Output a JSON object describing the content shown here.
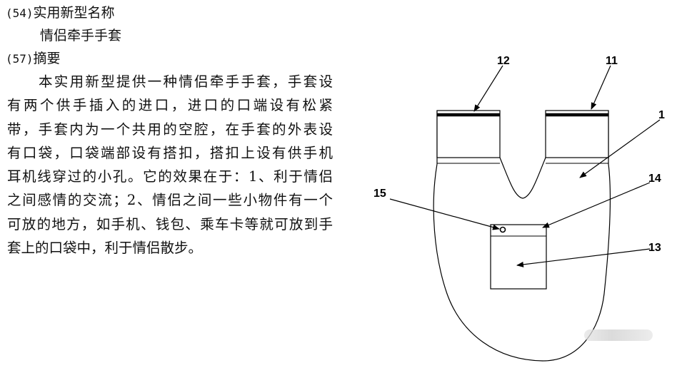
{
  "title_section": {
    "code": "(54)",
    "label": "实用新型名称",
    "name": "情侣牵手手套"
  },
  "abstract_section": {
    "code": "(57)",
    "label": "摘要",
    "lines": [
      "本实用新型提供一种情侣牵手手套，手套设",
      "有两个供手插入的进口，进口的口端设有松紧",
      "带，手套内为一个共用的空腔，在手套的外表设",
      "有口袋，口袋端部设有搭扣，搭扣上设有供手机",
      "耳机线穿过的小孔。它的效果在于：1、利于情侣",
      "之间感情的交流；2、情侣之间一些小物件有一个",
      "可放的地方，如手机、钱包、乘车卡等就可放到手",
      "套上的口袋中，利于情侣散步。"
    ]
  },
  "figure": {
    "labels": {
      "left_inlet": "12",
      "right_inlet": "11",
      "glove_body": "1",
      "buckle": "14",
      "small_hole": "15",
      "pocket": "13"
    }
  }
}
